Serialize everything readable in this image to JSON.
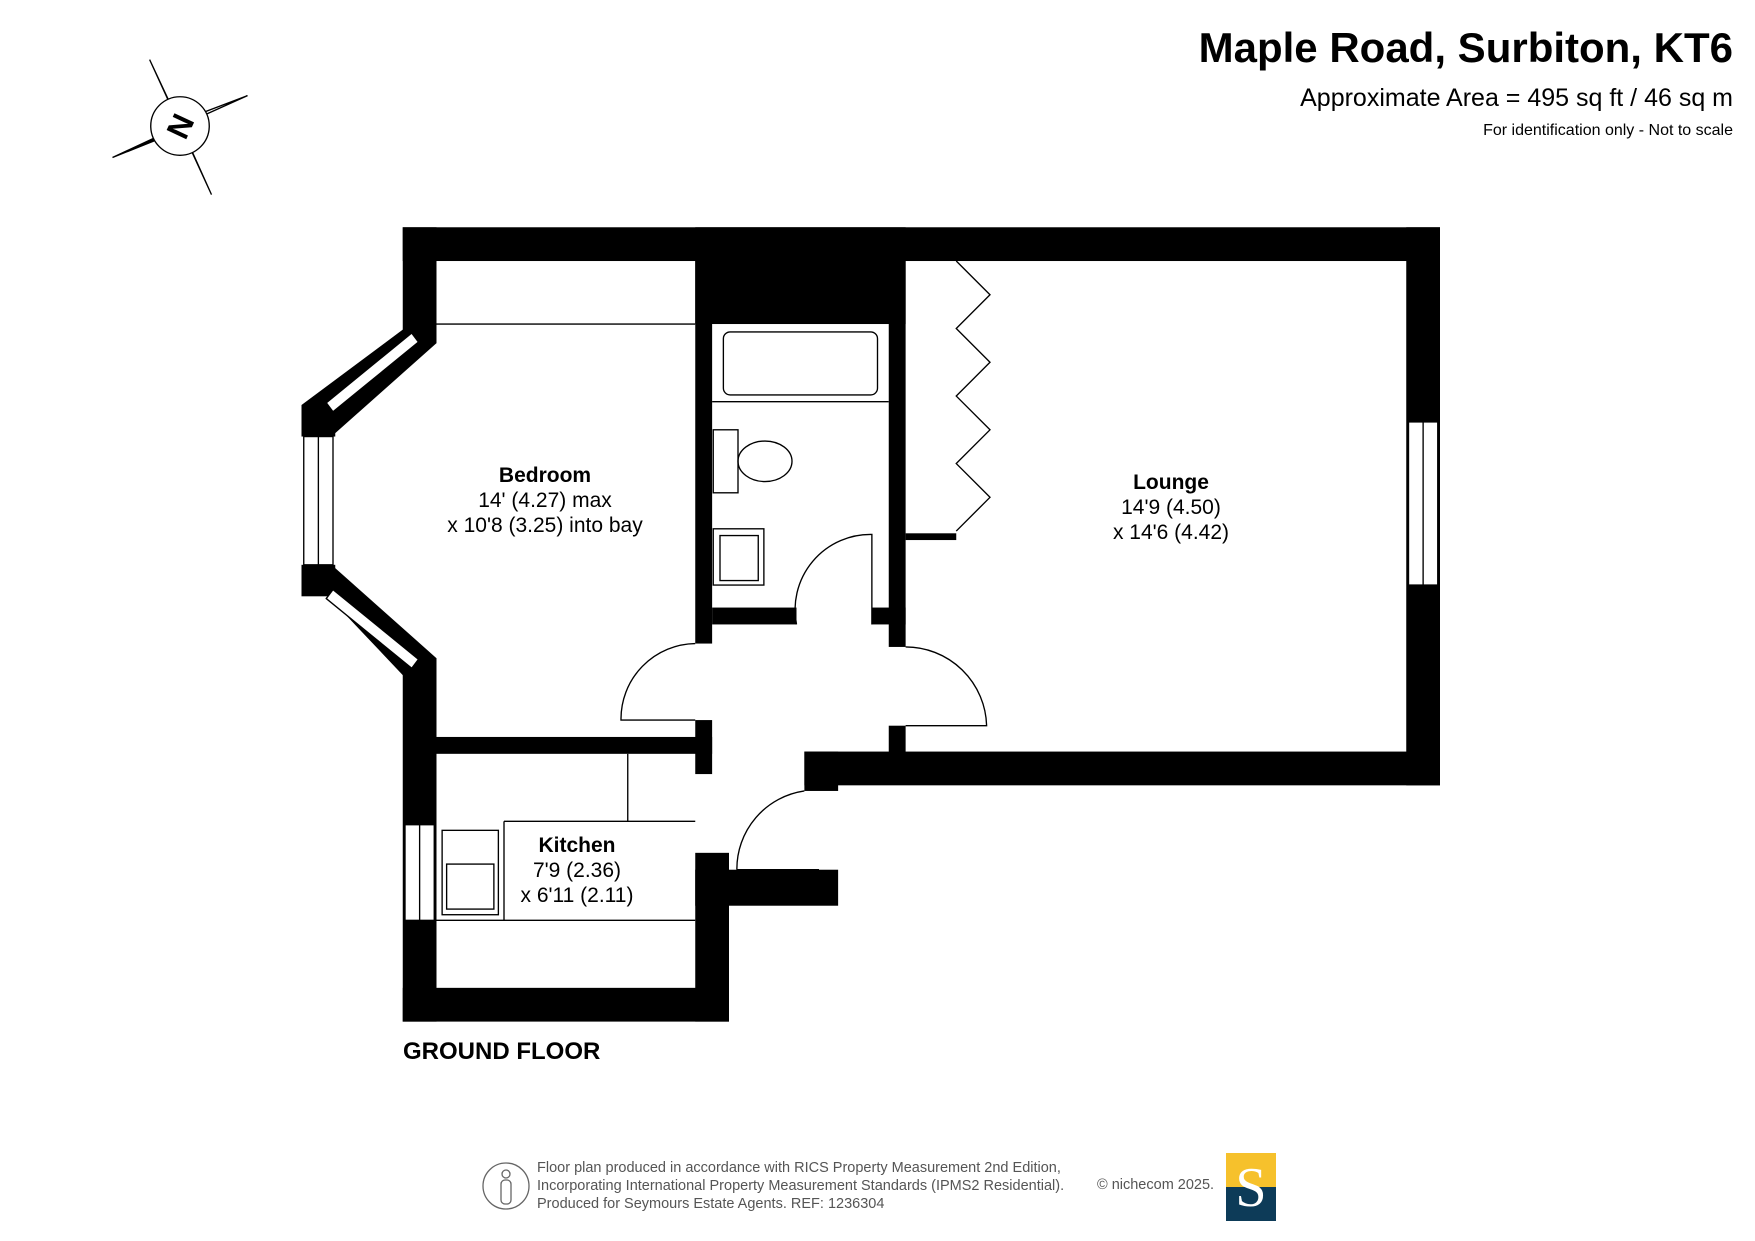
{
  "header": {
    "title": "Maple Road, Surbiton, KT6",
    "area": "Approximate Area = 495 sq ft / 46 sq m",
    "note": "For identification only - Not to scale"
  },
  "compass": {
    "label": "N"
  },
  "rooms": [
    {
      "name": "Bedroom",
      "line1": "14' (4.27) max",
      "line2": "x 10'8 (3.25) into bay"
    },
    {
      "name": "Lounge",
      "line1": "14'9 (4.50)",
      "line2": "x 14'6 (4.42)"
    },
    {
      "name": "Kitchen",
      "line1": "7'9 (2.36)",
      "line2": "x 6'11 (2.11)"
    }
  ],
  "floor_label": "GROUND FLOOR",
  "footer": {
    "line1": "Floor plan produced in accordance with RICS Property Measurement 2nd Edition,",
    "line2": "Incorporating International Property Measurement Standards (IPMS2 Residential).",
    "line3": "Produced for Seymours Estate Agents.   REF: 1236304",
    "copyright": "© nichecom 2025."
  },
  "logo": {
    "letter": "S",
    "colors": {
      "top": "#f6c12c",
      "bottom": "#0d3b58"
    }
  }
}
